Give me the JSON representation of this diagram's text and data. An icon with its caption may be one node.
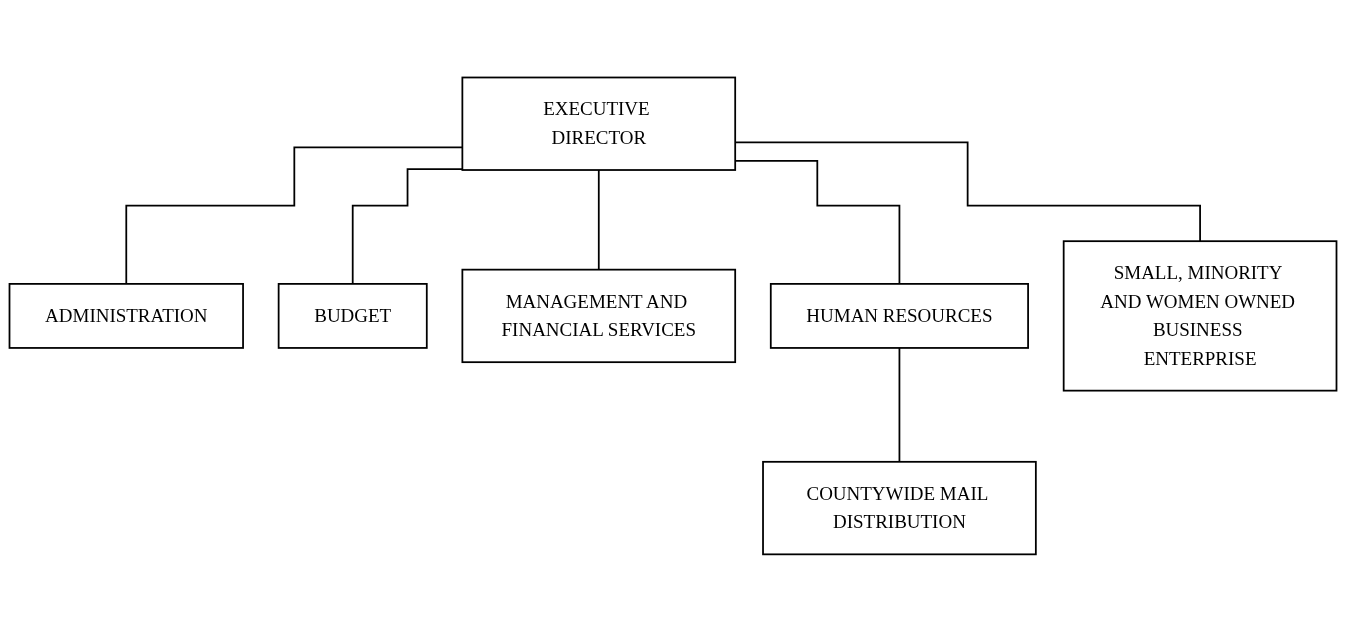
{
  "diagram": {
    "nodes": [
      {
        "text": [
          "EXECUTIVE DIRECTOR"
        ]
      },
      {
        "text": [
          "ADMINISTRATION"
        ]
      },
      {
        "text": [
          "BUDGET"
        ]
      },
      {
        "text": [
          "MANAGEMENT AND FINANCIAL SERVICES"
        ]
      },
      {
        "text": [
          "HUMAN RESOURCES"
        ]
      },
      {
        "text": [
          "SMALL, MINORITY AND WOMEN OWNED BUSINESS ENTERPRISE"
        ]
      },
      {
        "text": [
          "COUNTYWIDE MAIL DISTRIBUTION"
        ]
      }
    ],
    "edges": [
      {
        "from": 0,
        "to": 1,
        "arrow": "none"
      },
      {
        "from": 0,
        "to": 2,
        "arrow": "none"
      },
      {
        "from": 0,
        "to": 3,
        "arrow": "none"
      },
      {
        "from": 0,
        "to": 4,
        "arrow": "none"
      },
      {
        "from": 0,
        "to": 5,
        "arrow": "none"
      },
      {
        "from": 4,
        "to": 6,
        "arrow": "none"
      }
    ]
  }
}
